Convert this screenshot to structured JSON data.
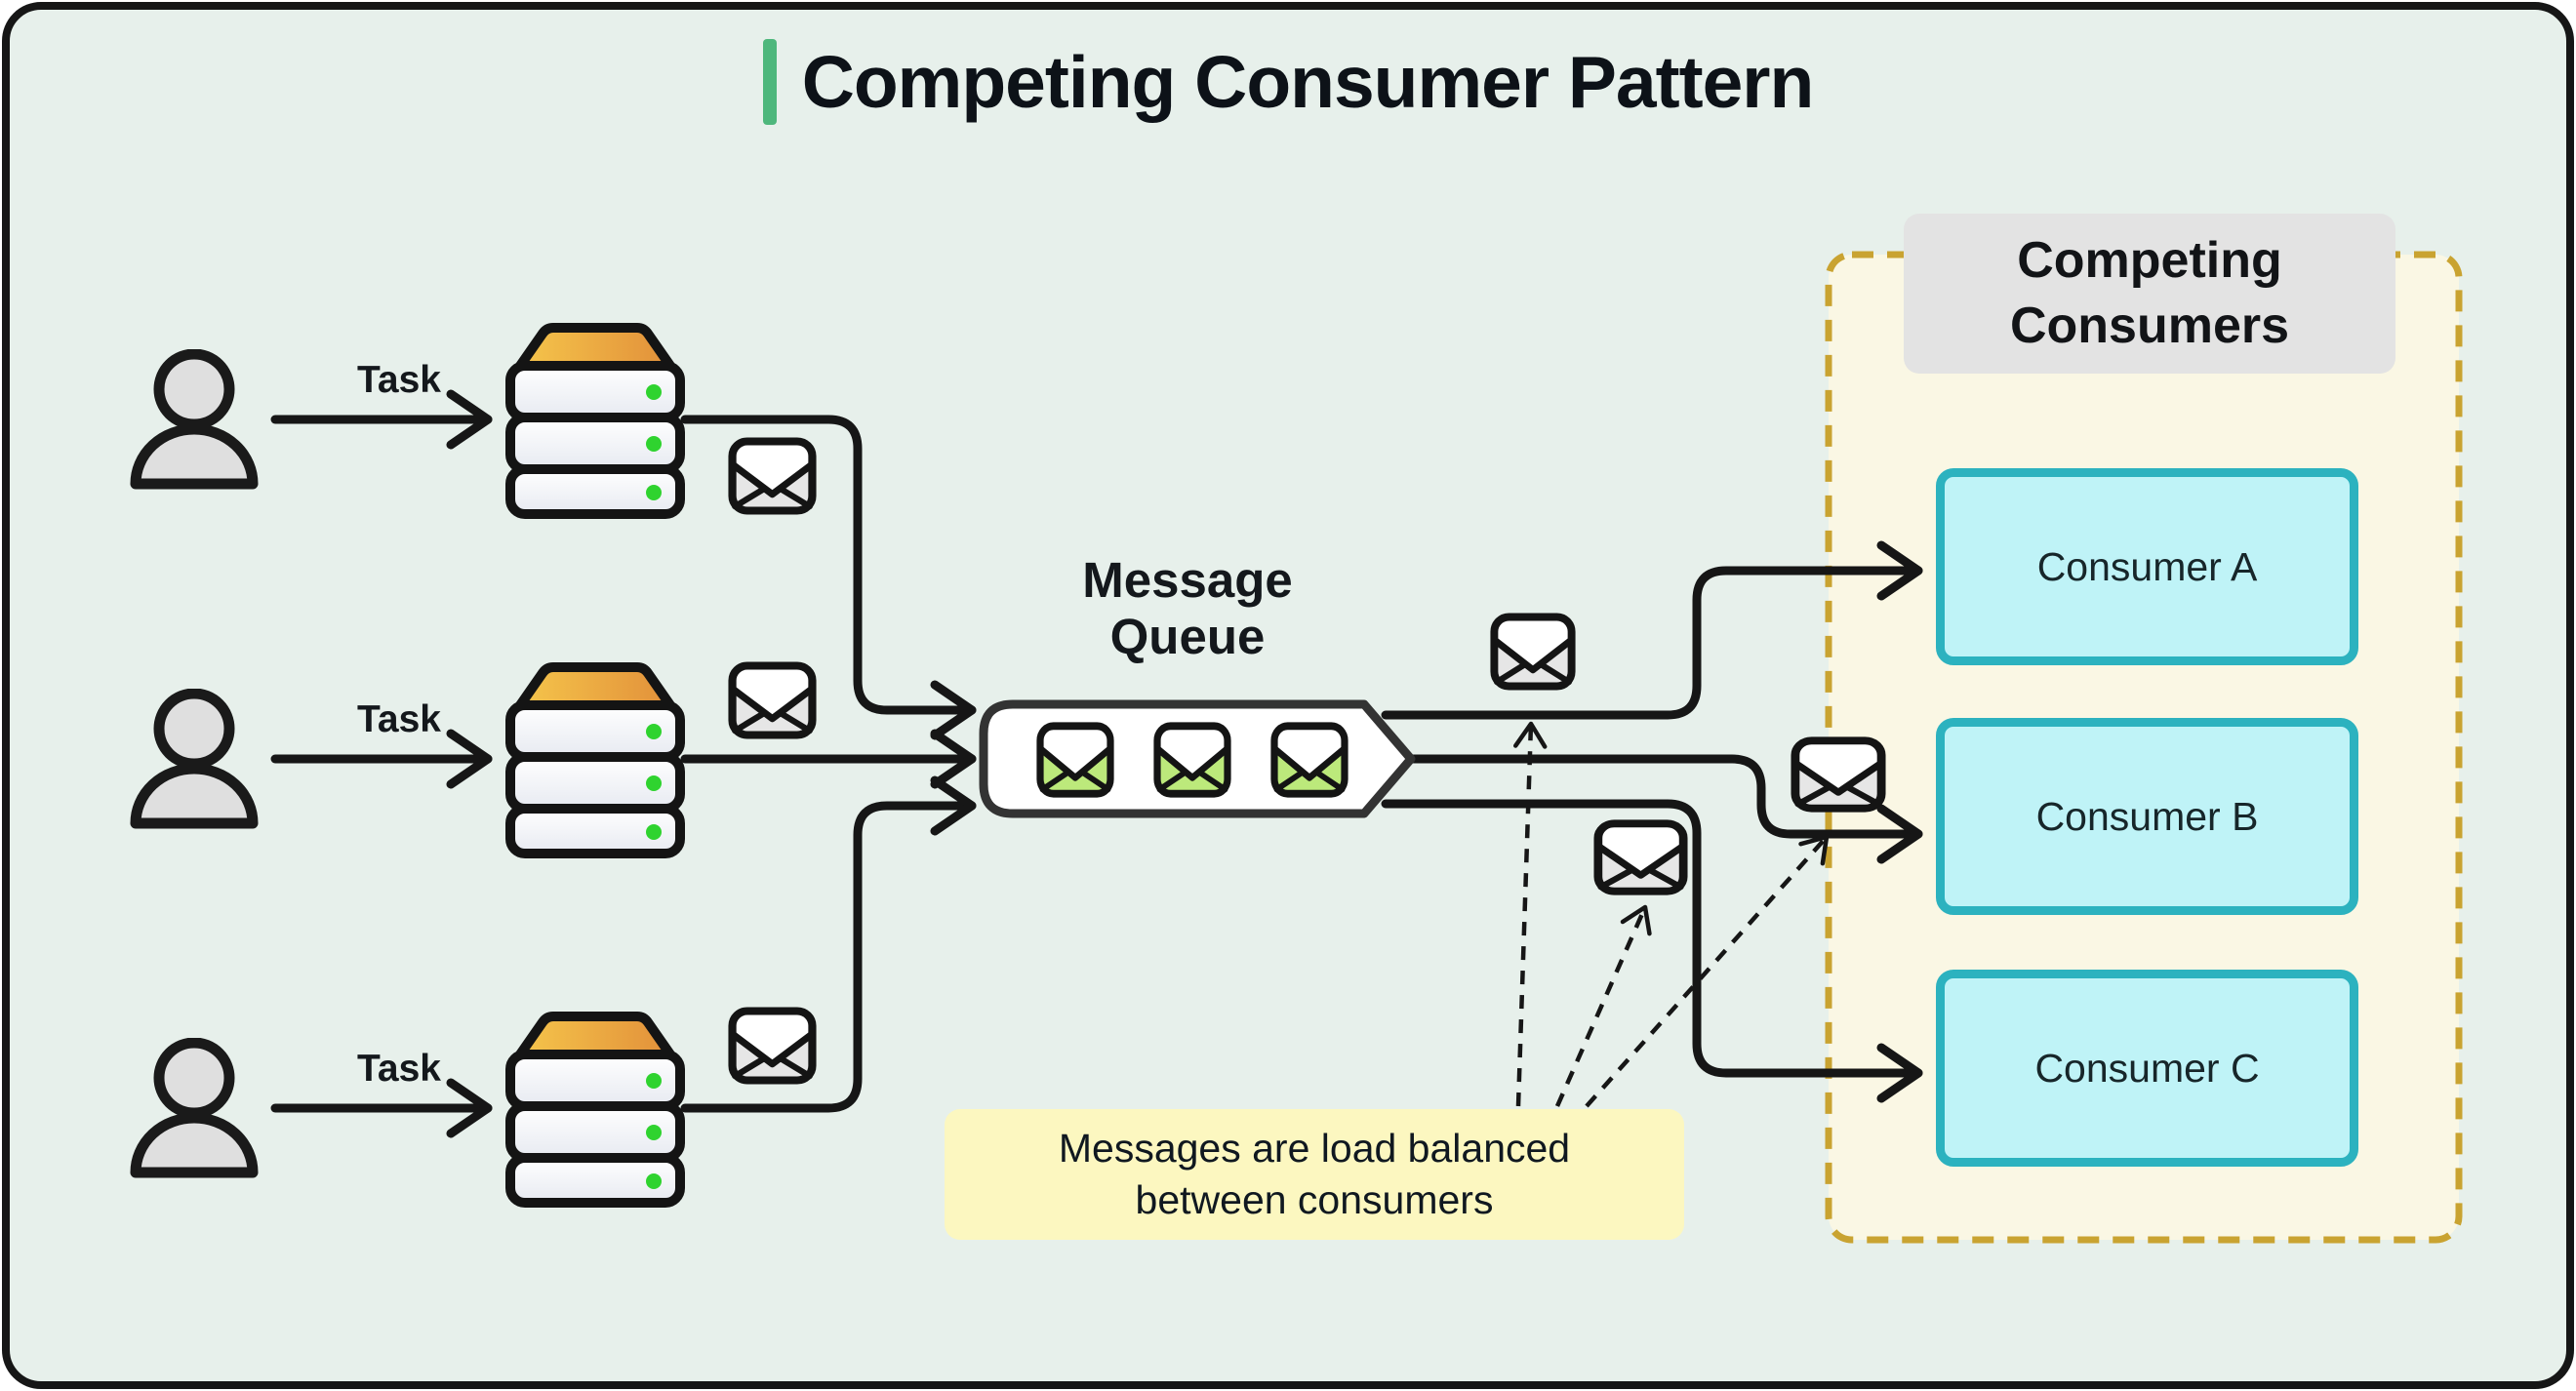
{
  "diagram": {
    "title": "Competing Consumer Pattern",
    "producers": [
      {
        "actor": "user",
        "task_label": "Task"
      },
      {
        "actor": "user",
        "task_label": "Task"
      },
      {
        "actor": "user",
        "task_label": "Task"
      }
    ],
    "queue": {
      "label": "Message\nQueue",
      "queued_messages": 3
    },
    "consumer_group": {
      "label": "Competing\nConsumers",
      "consumers": [
        {
          "label": "Consumer A"
        },
        {
          "label": "Consumer B"
        },
        {
          "label": "Consumer C"
        }
      ]
    },
    "note": "Messages are load balanced\nbetween consumers",
    "icons": {
      "producer": "user-icon",
      "producer_app": "server-stack-icon",
      "message": "envelope-icon"
    },
    "colors": {
      "canvas_bg": "#e7f0eb",
      "title_accent": "#4eb77c",
      "line": "#161616",
      "queue_border": "#333333",
      "queue_message_fill": "#bce97b",
      "inflight_message_fill": "#e6e6e6",
      "consumer_fill": "#bff3f7",
      "consumer_border": "#2cb2bf",
      "group_fill": "#faf7e4",
      "group_border": "#c9a331",
      "group_label_fill": "#e3e3e3",
      "note_fill": "#fcf7c0",
      "server_led": "#2fd32f",
      "server_cap_gradient_start": "#f5c54b",
      "server_cap_gradient_end": "#e2903a"
    }
  }
}
